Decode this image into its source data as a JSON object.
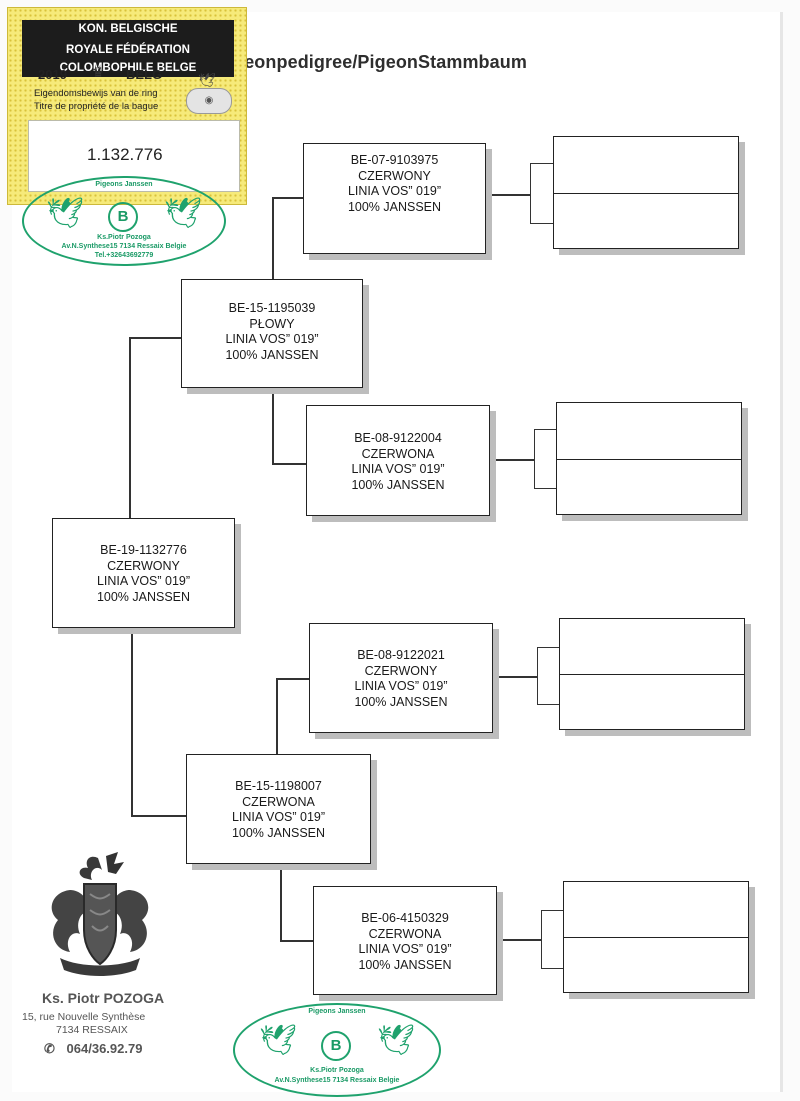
{
  "title": "igeonpedigree/PigeonStammbaum",
  "ring_label": {
    "header_line1": "KON. BELGISCHE DUIVENLIEFHEBBERSBOND",
    "header_line2": "ROYALE FÉDÉRATION COLOMBOPHILE BELGE",
    "year": "2019",
    "country": "BELG",
    "text_nl": "Eigendomsbewijs van de ring",
    "text_fr": "Titre de propriété de la bague",
    "ring_number": "1.132.776"
  },
  "stamp": {
    "top_text": "Pigeons Janssen",
    "bottom_text": "Ks.Piotr Pozoga",
    "address": "Av.N.Synthese15 7134 Ressaix Belgie",
    "phone": "Tel.+32643692779",
    "logo_letter": "B"
  },
  "owner": {
    "name": "Ks. Piotr POZOGA",
    "address_line1": "15, rue Nouvelle Synthèse",
    "address_line2": "7134 RESSAIX",
    "phone": "064/36.92.79"
  },
  "pigeons": {
    "subject": {
      "ring": "BE-19-1132776",
      "color": "CZERWONY",
      "line": "LINIA VOS” 019”",
      "origin": "100% JANSSEN"
    },
    "sire": {
      "ring": "BE-15-1195039",
      "color": "PŁOWY",
      "line": "LINIA VOS” 019”",
      "origin": "100% JANSSEN"
    },
    "dam": {
      "ring": "BE-15-1198007",
      "color": "CZERWONA",
      "line": "LINIA VOS” 019”",
      "origin": "100% JANSSEN"
    },
    "sire_sire": {
      "ring": "BE-07-9103975",
      "color": "CZERWONY",
      "line": "LINIA VOS” 019”",
      "origin": "100% JANSSEN"
    },
    "sire_dam": {
      "ring": "BE-08-9122004",
      "color": "CZERWONA",
      "line": "LINIA VOS” 019”",
      "origin": "100% JANSSEN"
    },
    "dam_sire": {
      "ring": "BE-08-9122021",
      "color": "CZERWONY",
      "line": "LINIA VOS” 019”",
      "origin": "100% JANSSEN"
    },
    "dam_dam": {
      "ring": "BE-06-4150329",
      "color": "CZERWONA",
      "line": "LINIA VOS” 019”",
      "origin": "100% JANSSEN"
    }
  }
}
